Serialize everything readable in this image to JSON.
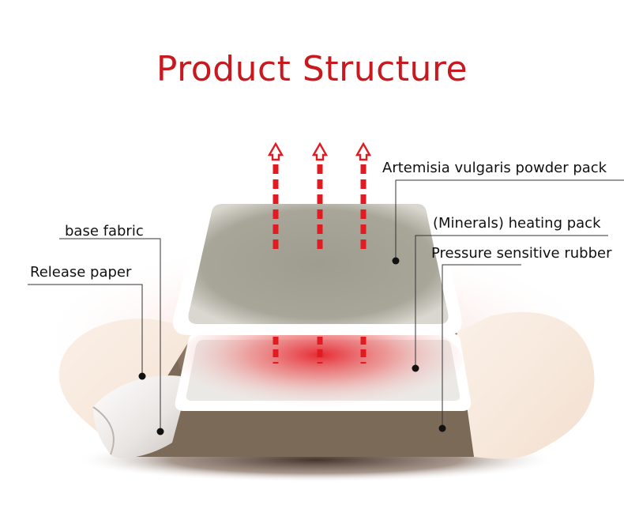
{
  "title": "Product Structure",
  "labels": {
    "artemisia": "Artemisia vulgaris powder pack",
    "minerals": "(Minerals) heating pack",
    "rubber": "Pressure sensitive rubber",
    "base_fabric": "base fabric",
    "release_paper": "Release paper"
  },
  "colors": {
    "title": "#c8191e",
    "arrow": "#e11b22",
    "heat_glow": "#e6202a",
    "base_fabric": "#7d6b5a",
    "release_paper": "#f6e7da",
    "pad": "#9d9a8e"
  }
}
